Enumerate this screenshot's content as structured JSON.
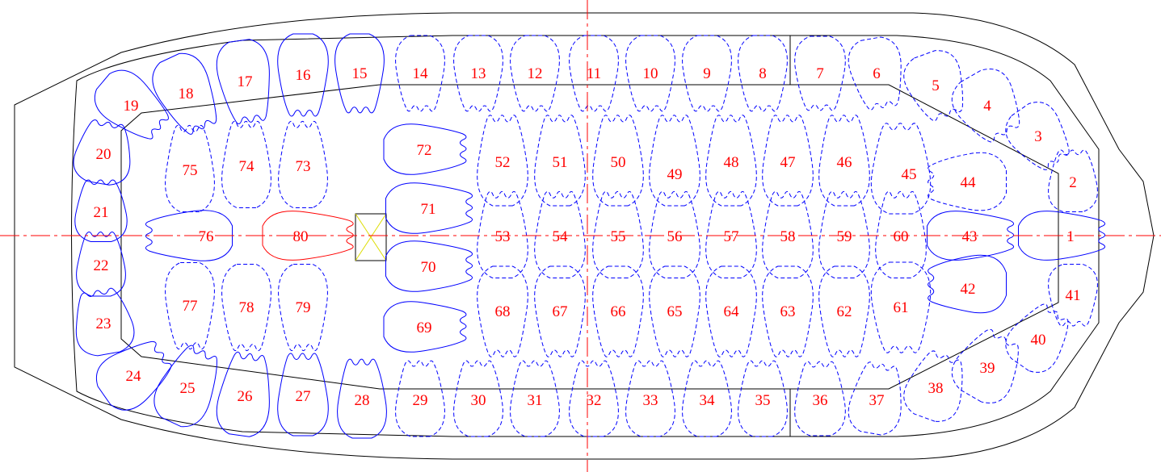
{
  "colors": {
    "background": "#ffffff",
    "outline": "#000000",
    "cell": "#0000ff",
    "label": "#ff0000",
    "highlight": "#ff0000",
    "marker": "#ffff00",
    "axis": "#ff0000"
  },
  "highlighted_cell": "80",
  "dashed_cells": [
    "2",
    "3",
    "4",
    "5",
    "6",
    "7",
    "8",
    "9",
    "10",
    "11",
    "12",
    "13",
    "14",
    "29",
    "30",
    "31",
    "32",
    "33",
    "34",
    "35",
    "36",
    "37",
    "38",
    "39",
    "40",
    "41",
    "44",
    "45",
    "46",
    "47",
    "48",
    "49",
    "50",
    "51",
    "52",
    "53",
    "54",
    "55",
    "56",
    "57",
    "58",
    "59",
    "60",
    "61",
    "62",
    "63",
    "64",
    "65",
    "66",
    "67",
    "68",
    "73",
    "74",
    "75",
    "77",
    "78",
    "79"
  ],
  "labels": [
    "1",
    "2",
    "3",
    "4",
    "5",
    "6",
    "7",
    "8",
    "9",
    "10",
    "11",
    "12",
    "13",
    "14",
    "15",
    "16",
    "17",
    "18",
    "19",
    "20",
    "21",
    "22",
    "23",
    "24",
    "25",
    "26",
    "27",
    "28",
    "29",
    "30",
    "31",
    "32",
    "33",
    "34",
    "35",
    "36",
    "37",
    "38",
    "39",
    "40",
    "41",
    "42",
    "43",
    "44",
    "45",
    "46",
    "47",
    "48",
    "49",
    "50",
    "51",
    "52",
    "53",
    "54",
    "55",
    "56",
    "57",
    "58",
    "59",
    "60",
    "61",
    "62",
    "63",
    "64",
    "65",
    "66",
    "67",
    "68",
    "69",
    "70",
    "71",
    "72",
    "73",
    "74",
    "75",
    "76",
    "77",
    "78",
    "79",
    "80"
  ]
}
